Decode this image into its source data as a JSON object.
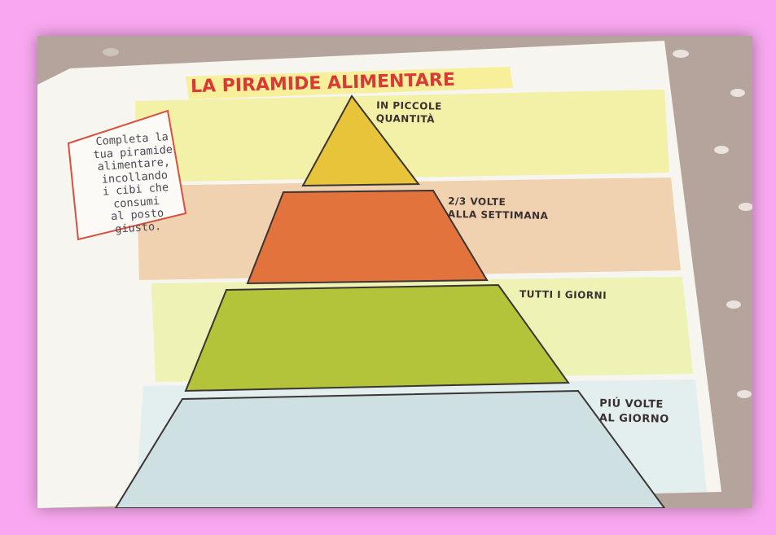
{
  "title": "LA PIRAMIDE ALIMENTARE",
  "instruction": "Completa la\ntua piramide\nalimentare,\nincollando\ni cibi che\nconsumi\nal posto\ngiusto.",
  "levels": [
    {
      "label": "IN PICCOLE\nQUANTITÀ",
      "color": "#e8c43a"
    },
    {
      "label": "2/3 VOLTE\nALLA SETTIMANA",
      "color": "#e2733d"
    },
    {
      "label": "TUTTI I GIORNI",
      "color": "#b3c43a"
    },
    {
      "label": "PIÚ VOLTE\nAL GIORNO",
      "color": "#cfe0e2"
    }
  ],
  "colors": {
    "frame": "#f9a8ef",
    "title": "#d83a36",
    "band_yellow": "#f3f0a8",
    "band_orange": "#f1d2b0",
    "band_green": "#eef2b4",
    "band_blue": "#e3eeee"
  }
}
